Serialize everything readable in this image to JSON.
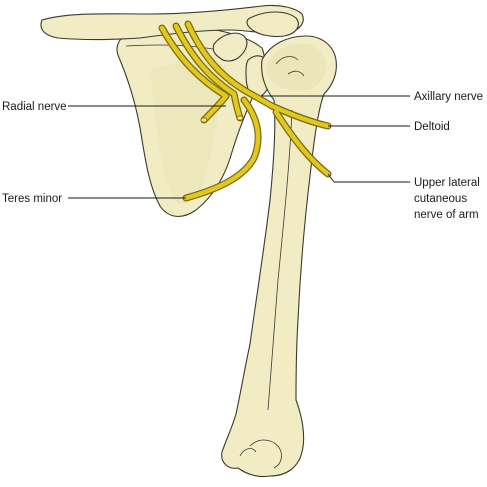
{
  "labels": {
    "radial_nerve": "Radial nerve",
    "teres_minor": "Teres minor",
    "axillary_nerve": "Axillary nerve",
    "deltoid": "Deltoid",
    "upper_lateral_line1": "Upper lateral",
    "upper_lateral_line2": "cutaneous",
    "upper_lateral_line3": "nerve of arm"
  },
  "colors": {
    "bone_fill": "#f1ecc4",
    "bone_outline": "#3a3a2e",
    "nerve_fill": "#e2c81e",
    "nerve_outline": "#7a6b10"
  }
}
